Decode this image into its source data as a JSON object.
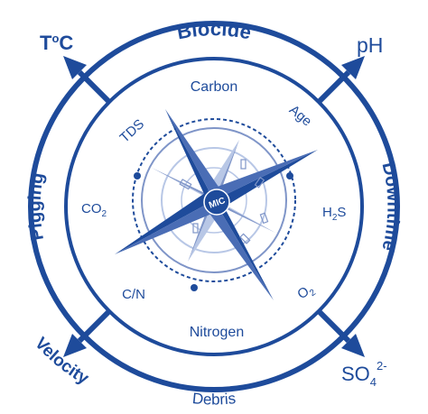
{
  "colors": {
    "primary": "#1e4b9b",
    "light": "#7f95c8",
    "pale": "#b8c7e6",
    "white": "#ffffff"
  },
  "ring_labels": {
    "top": "Biocide",
    "bottom": "Debris",
    "left": "Pigging",
    "right": "Downtime"
  },
  "corner_labels": {
    "top_left": "T",
    "top_left_sup": "o",
    "top_left_suffix": "C",
    "top_right": "pH",
    "bottom_left": "Velocity",
    "bottom_right": "SO",
    "bottom_right_sub": "4",
    "bottom_right_sup": "2-"
  },
  "inner_labels": {
    "top": "Carbon",
    "bottom": "Nitrogen",
    "left_main": "CO",
    "left_sub": "2",
    "right_main": "H",
    "right_sub": "2",
    "right_suffix": "S",
    "top_left": "TDS",
    "top_right": "Age",
    "bottom_left": "C/N",
    "bottom_right_main": "O",
    "bottom_right_sub": "2"
  },
  "center_label": "MIC"
}
